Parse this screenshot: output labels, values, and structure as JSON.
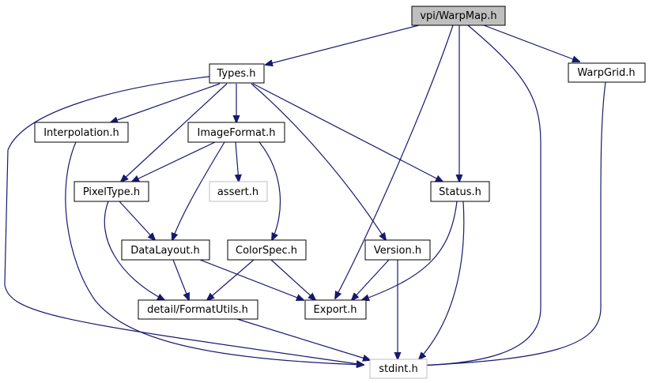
{
  "graph": {
    "colors": {
      "edge": "#191970",
      "node_border": "#000000",
      "external_border": "#bfbfbf",
      "root_fill": "#bfbfbf"
    },
    "nodes": {
      "warpmap": "vpi/WarpMap.h",
      "types": "Types.h",
      "warpgrid": "WarpGrid.h",
      "interpolation": "Interpolation.h",
      "imageformat": "ImageFormat.h",
      "pixeltype": "PixelType.h",
      "assert": "assert.h",
      "status": "Status.h",
      "datalayout": "DataLayout.h",
      "colorspec": "ColorSpec.h",
      "version": "Version.h",
      "formatutils": "detail/FormatUtils.h",
      "export": "Export.h",
      "stdint": "stdint.h"
    },
    "edges": [
      [
        "warpmap",
        "types"
      ],
      [
        "warpmap",
        "export"
      ],
      [
        "warpmap",
        "status"
      ],
      [
        "warpmap",
        "stdint"
      ],
      [
        "warpmap",
        "warpgrid"
      ],
      [
        "types",
        "interpolation"
      ],
      [
        "types",
        "imageformat"
      ],
      [
        "types",
        "pixeltype"
      ],
      [
        "types",
        "status"
      ],
      [
        "types",
        "version"
      ],
      [
        "types",
        "stdint"
      ],
      [
        "interpolation",
        "stdint"
      ],
      [
        "imageformat",
        "pixeltype"
      ],
      [
        "imageformat",
        "assert"
      ],
      [
        "imageformat",
        "datalayout"
      ],
      [
        "imageformat",
        "colorspec"
      ],
      [
        "pixeltype",
        "datalayout"
      ],
      [
        "pixeltype",
        "formatutils"
      ],
      [
        "status",
        "export"
      ],
      [
        "status",
        "stdint"
      ],
      [
        "datalayout",
        "formatutils"
      ],
      [
        "datalayout",
        "export"
      ],
      [
        "colorspec",
        "formatutils"
      ],
      [
        "colorspec",
        "export"
      ],
      [
        "version",
        "export"
      ],
      [
        "version",
        "stdint"
      ],
      [
        "formatutils",
        "stdint"
      ],
      [
        "warpgrid",
        "stdint"
      ]
    ]
  }
}
